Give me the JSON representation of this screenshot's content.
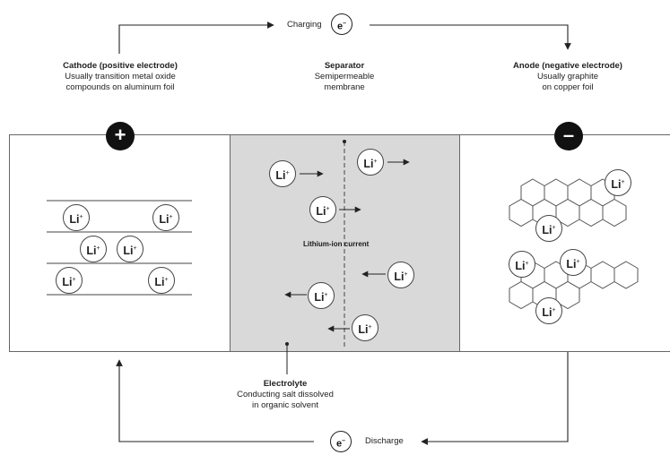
{
  "top_flow": {
    "label": "Charging"
  },
  "bottom_flow": {
    "label": "Discharge"
  },
  "electron": {
    "symbol": "e",
    "charge": "–"
  },
  "ion": {
    "symbol": "Li",
    "charge": "+"
  },
  "cathode": {
    "title": "Cathode (positive electrode)",
    "desc_line1": "Usually transition metal oxide",
    "desc_line2": "compounds on aluminum foil",
    "terminal": "+"
  },
  "separator": {
    "title": "Separator",
    "desc_line1": "Semipermeable",
    "desc_line2": "membrane"
  },
  "anode": {
    "title": "Anode (negative electrode)",
    "desc_line1": "Usually graphite",
    "desc_line2": "on copper foil",
    "terminal": "–"
  },
  "center": {
    "current_label": "Lithium-ion current"
  },
  "electrolyte": {
    "title": "Electrolyte",
    "desc_line1": "Conducting salt dissolved",
    "desc_line2": "in organic solvent"
  },
  "colors": {
    "separator_fill": "#d9d9d9",
    "ink": "#1a1a1a"
  }
}
